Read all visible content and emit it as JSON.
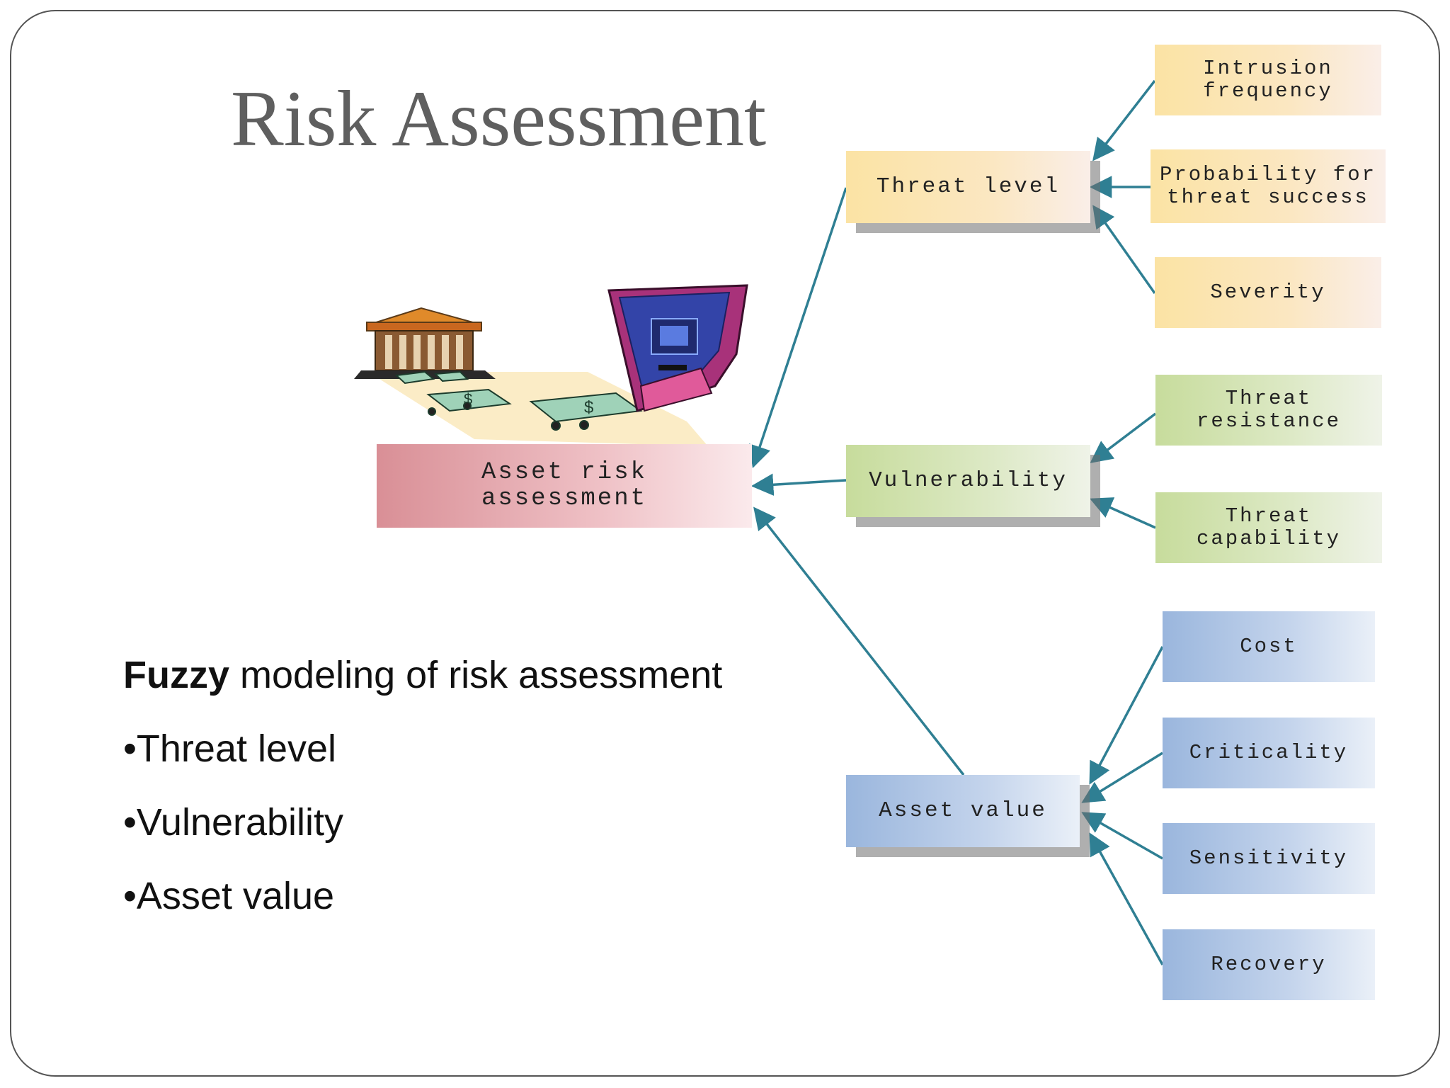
{
  "title": "Risk Assessment",
  "bullets": {
    "intro_bold": "Fuzzy",
    "intro_rest": " modeling of risk assessment",
    "items": [
      "•Threat level",
      "•Vulnerability",
      "•Asset value"
    ]
  },
  "diagram": {
    "root": "Asset risk\nassessment",
    "threat_level": "Threat level",
    "vulnerability": "Vulnerability",
    "asset_value": "Asset value",
    "threat_children": [
      "Intrusion\nfrequency",
      "Probability for\nthreat success",
      "Severity"
    ],
    "vulnerability_children": [
      "Threat\nresistance",
      "Threat\ncapability"
    ],
    "asset_children": [
      "Cost",
      "Criticality",
      "Sensitivity",
      "Recovery"
    ]
  },
  "colors": {
    "yellow": "#fbe3a4",
    "green": "#c7dc9c",
    "blue": "#9ab6dd",
    "pink": "#d98f96",
    "arrow": "#2f7f93"
  },
  "illustration": "bank-atm-money-clipart"
}
